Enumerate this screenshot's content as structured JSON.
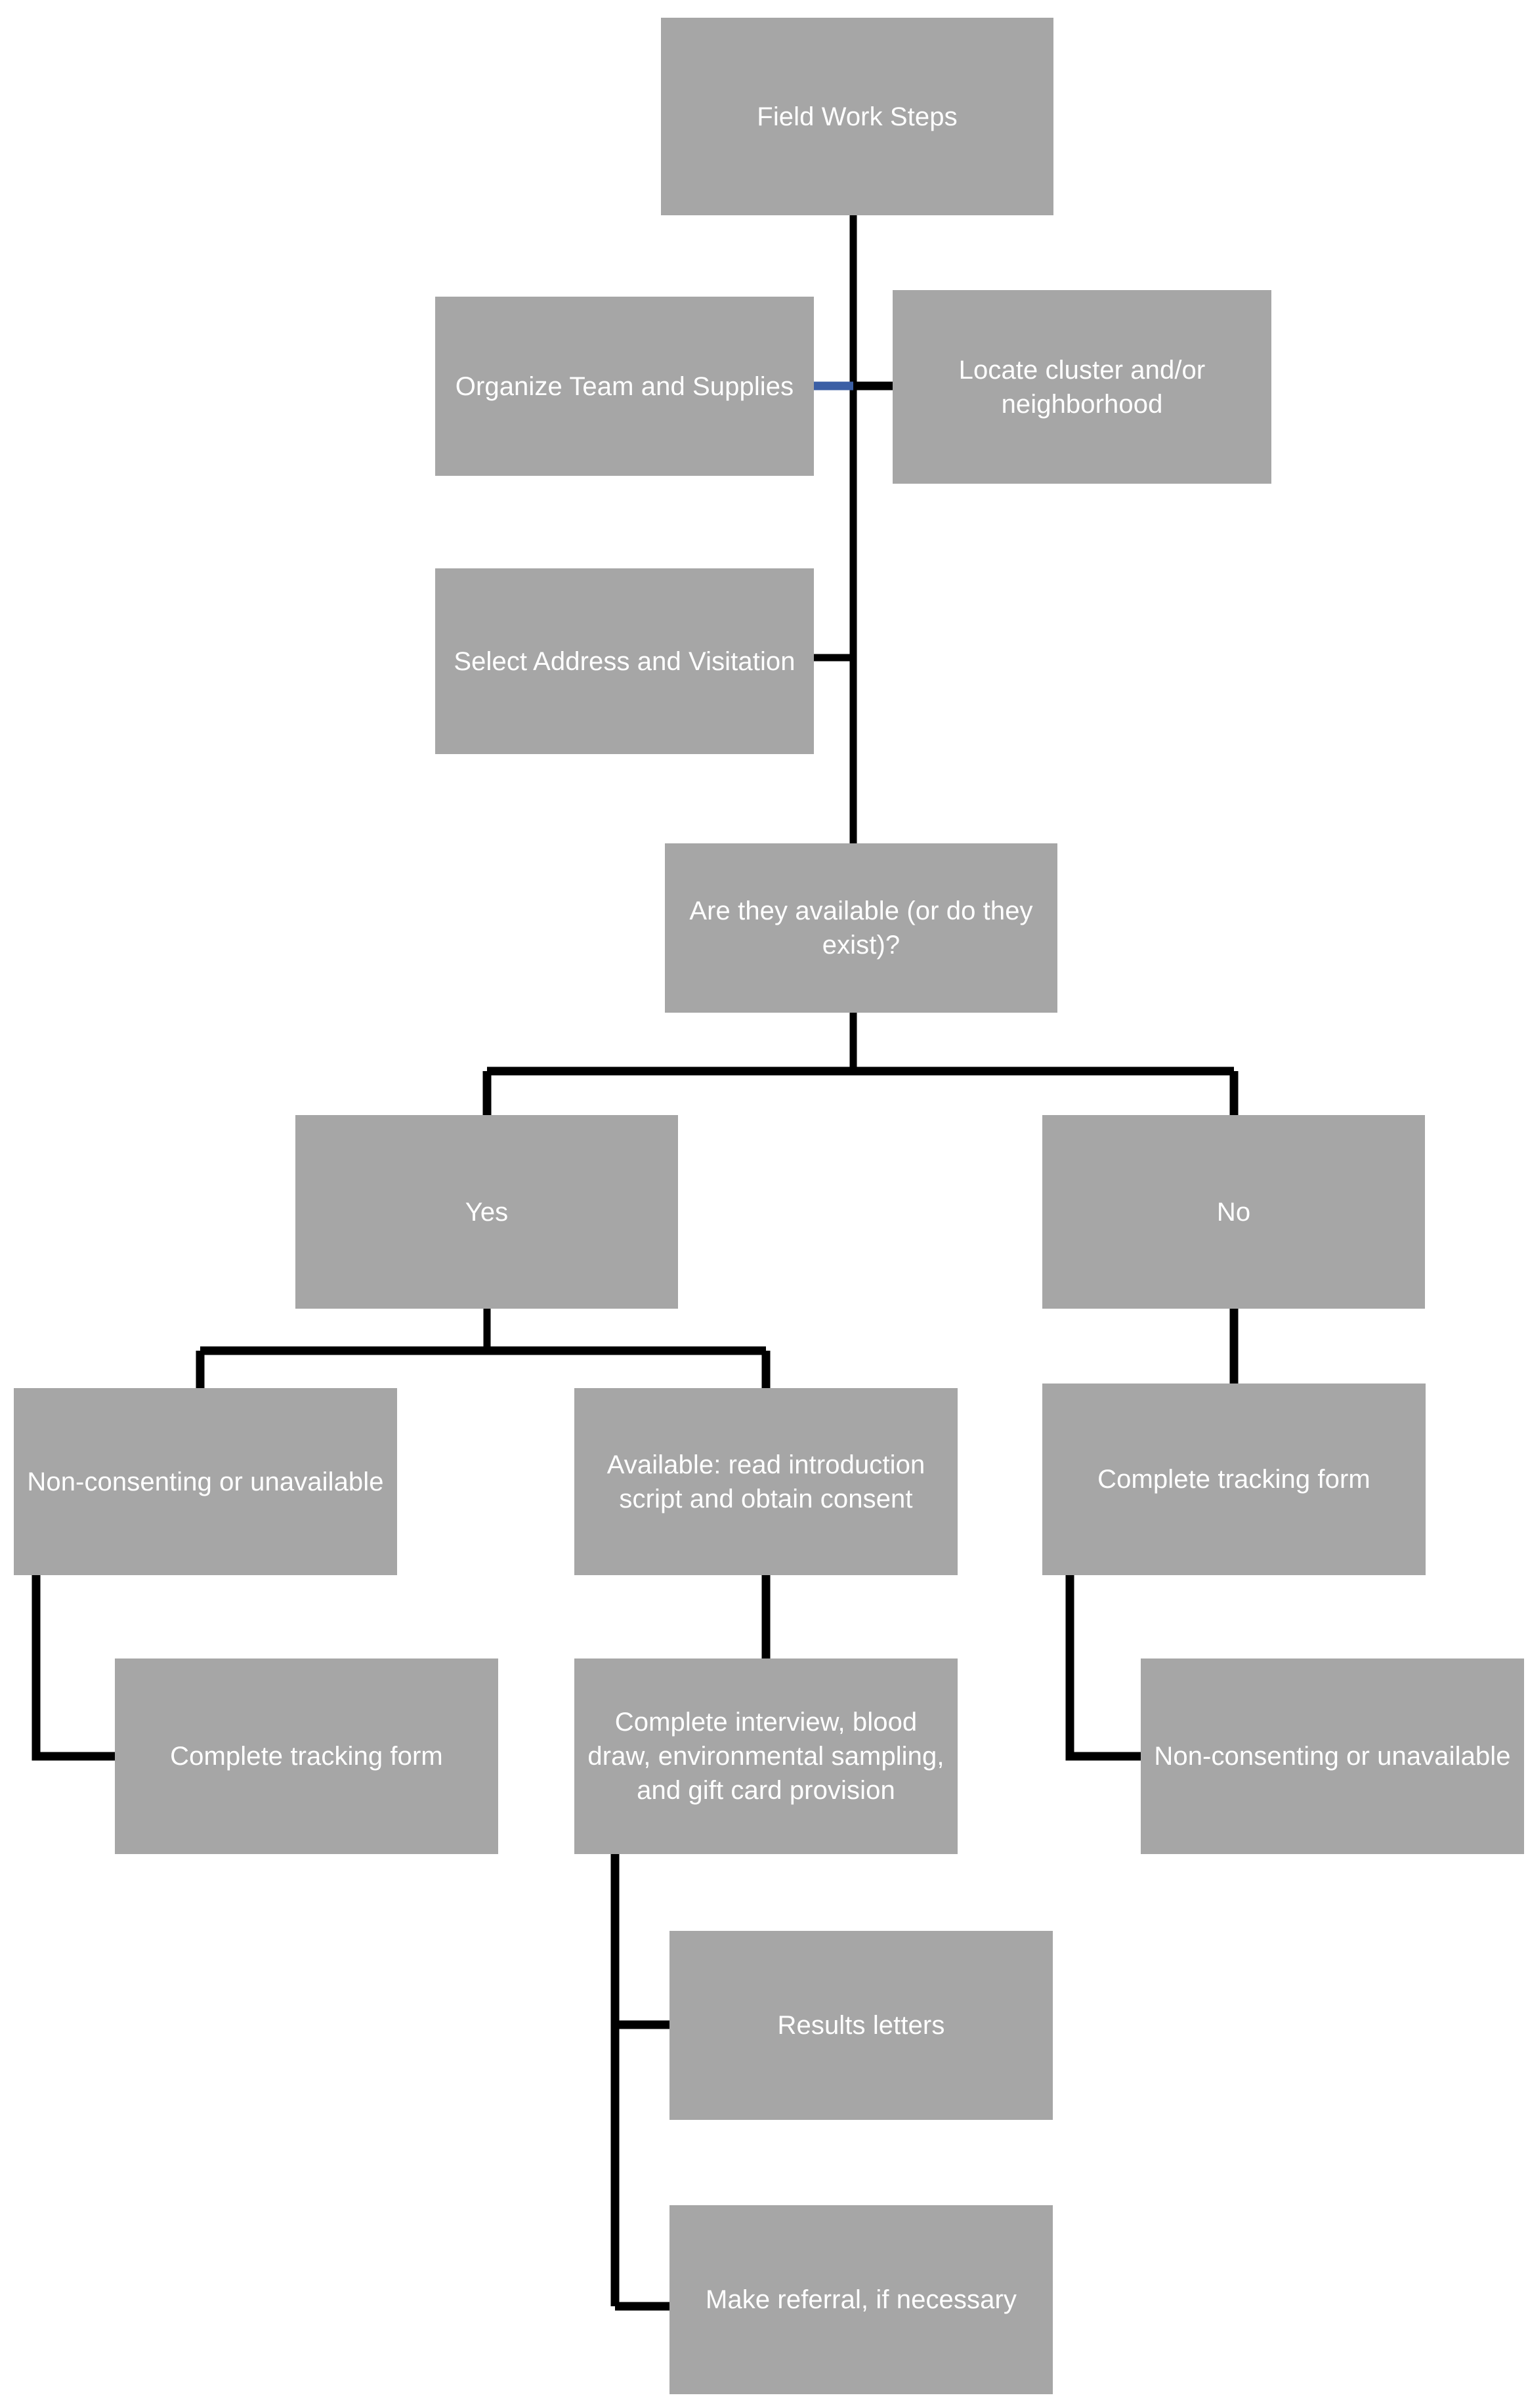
{
  "diagram": {
    "title": "Field Work Steps",
    "colors": {
      "node_fill": "#a6a6a6",
      "node_text": "#ffffff",
      "connector": "#000000",
      "accent_connector": "#3b5fa5",
      "background": "#ffffff"
    },
    "nodes": [
      {
        "id": "field-work-steps",
        "label": "Field Work Steps"
      },
      {
        "id": "organize-team-supplies",
        "label": "Organize Team and Supplies"
      },
      {
        "id": "locate-cluster",
        "label": "Locate cluster and/or neighborhood"
      },
      {
        "id": "select-address",
        "label": "Select Address and Visitation"
      },
      {
        "id": "are-they-available",
        "label": "Are they available (or do they exist)?"
      },
      {
        "id": "yes",
        "label": "Yes"
      },
      {
        "id": "no",
        "label": "No"
      },
      {
        "id": "non-consenting-left",
        "label": "Non-consenting or unavailable"
      },
      {
        "id": "available-read-script",
        "label": "Available: read introduction script and obtain consent"
      },
      {
        "id": "complete-tracking-no",
        "label": "Complete tracking form"
      },
      {
        "id": "complete-tracking-left",
        "label": "Complete tracking form"
      },
      {
        "id": "complete-interview",
        "label": "Complete interview, blood draw, environmental sampling, and gift card provision"
      },
      {
        "id": "non-consenting-right",
        "label": "Non-consenting or unavailable"
      },
      {
        "id": "results-letters",
        "label": "Results letters"
      },
      {
        "id": "make-referral",
        "label": "Make referral, if necessary"
      }
    ]
  }
}
